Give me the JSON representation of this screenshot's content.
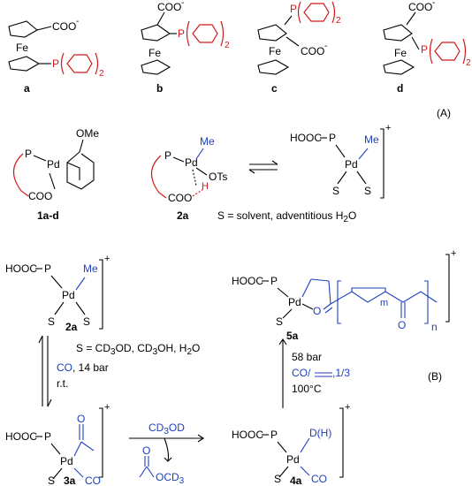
{
  "panel_a": {
    "label": "(A)",
    "compounds": [
      {
        "label": "a",
        "metal": "Fe",
        "acid": "COO",
        "charge": "-",
        "phosphine": "P",
        "subscript": "2"
      },
      {
        "label": "b",
        "metal": "Fe",
        "acid": "COO",
        "charge": "-",
        "phosphine": "P",
        "subscript": "2"
      },
      {
        "label": "c",
        "metal": "Fe",
        "acid": "COO",
        "charge": "-",
        "phosphine": "P",
        "subscript": "2"
      },
      {
        "label": "d",
        "metal": "Fe",
        "acid": "COO",
        "charge": "-",
        "phosphine": "P",
        "subscript": "2"
      }
    ]
  },
  "row2": {
    "c1d": {
      "label": "1a-d",
      "p": "P",
      "pd": "Pd",
      "coo": "COO",
      "ome": "OMe"
    },
    "c2a": {
      "label": "2a",
      "p": "P",
      "pd": "Pd",
      "me": "Me",
      "ots": "OTs",
      "cooh": "COO",
      "h": "H"
    },
    "cation": {
      "hooc": "HOOC",
      "p": "P",
      "pd": "Pd",
      "me": "Me",
      "s1": "S",
      "s2": "S",
      "charge": "+"
    },
    "solvent_note": "S = solvent, adventitious H",
    "solvent_sub": "2",
    "solvent_tail": "O"
  },
  "panel_b": {
    "label": "(B)",
    "c2a": {
      "hooc": "HOOC",
      "p": "P",
      "pd": "Pd",
      "me": "Me",
      "s1": "S",
      "s2": "S",
      "label": "2a",
      "charge": "+"
    },
    "s_note": {
      "pre": "S = CD",
      "s1": "3",
      "m1": "OD, CD",
      "s2": "3",
      "m2": "OH, H",
      "s3": "2",
      "post": "O"
    },
    "step1": {
      "co": "CO",
      "pressure": ", 14 bar",
      "temp": "r.t."
    },
    "c3a": {
      "hooc": "HOOC",
      "p": "P",
      "pd": "Pd",
      "o": "O",
      "s": "S",
      "co": "CO",
      "label": "3a",
      "charge": "+"
    },
    "step2": {
      "reagent_pre": "CD",
      "reagent_sub": "3",
      "reagent_post": "OD",
      "o": "O",
      "ocd_pre": "OCD",
      "ocd_sub": "3"
    },
    "c4a": {
      "hooc": "HOOC",
      "p": "P",
      "pd": "Pd",
      "dh": "D(H)",
      "s": "S",
      "co": "CO",
      "label": "4a",
      "charge": "+"
    },
    "step3": {
      "pressure": "58 bar",
      "gas_pre": "CO/",
      "ratio": ",1/3",
      "temp": "100°C"
    },
    "c5a": {
      "hooc": "HOOC",
      "p": "P",
      "pd": "Pd",
      "o": "O",
      "s": "S",
      "o2": "O",
      "m": "m",
      "n": "n",
      "label": "5a",
      "charge": "+"
    }
  }
}
